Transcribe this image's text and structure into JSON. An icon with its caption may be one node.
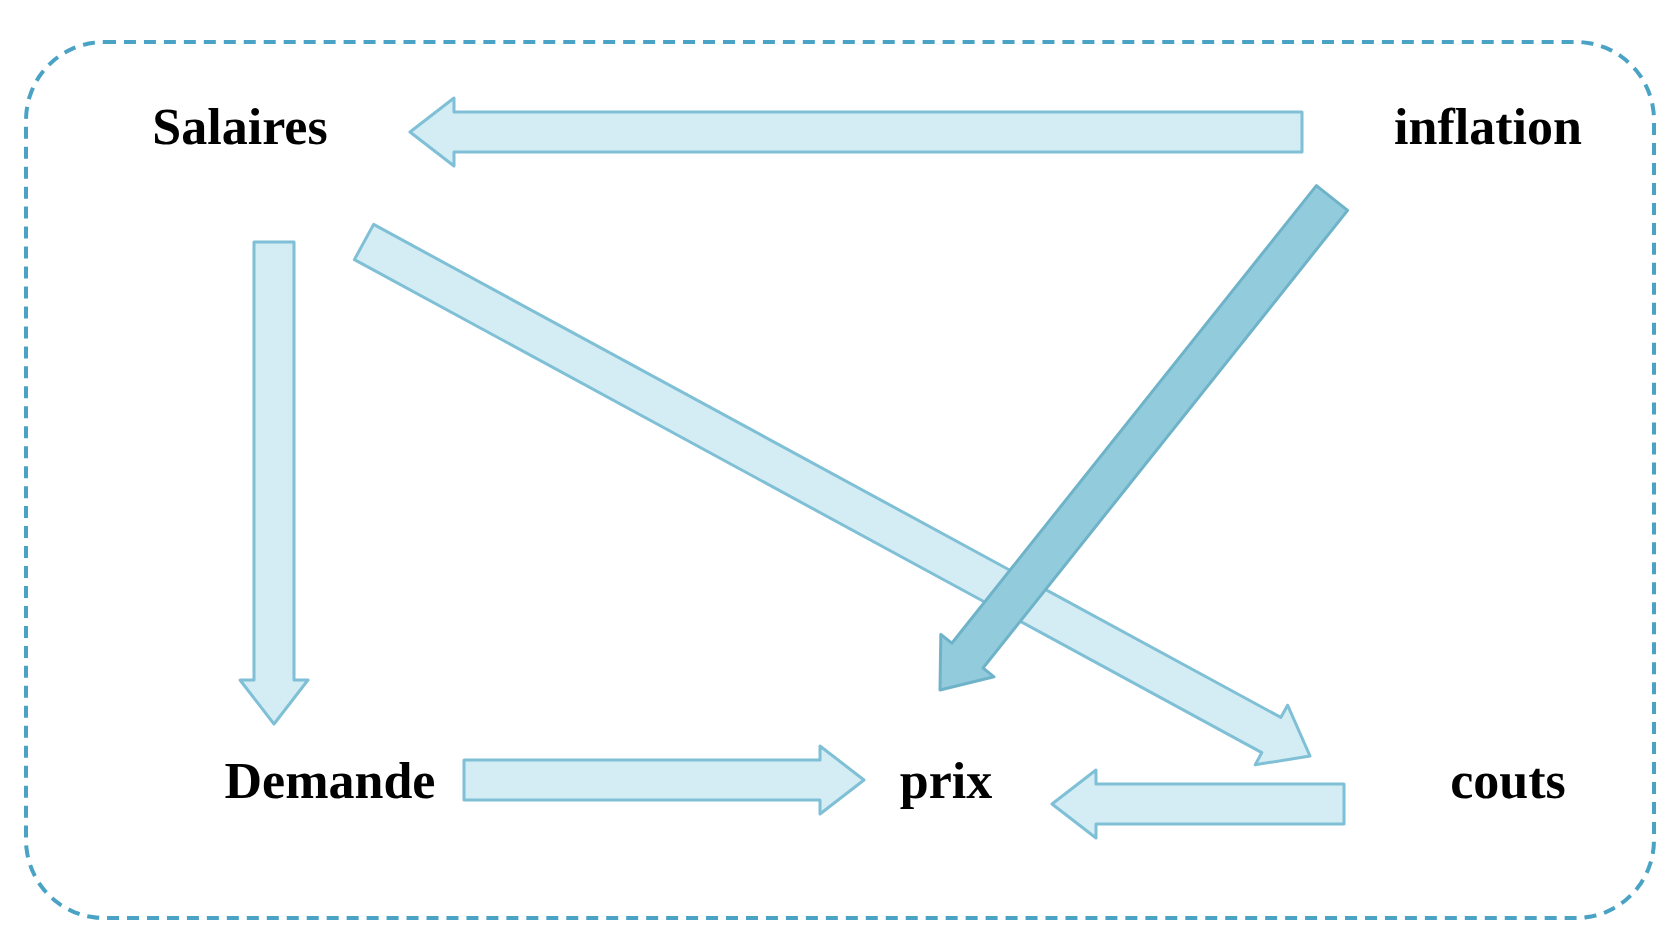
{
  "diagram": {
    "nodes": [
      {
        "text": [],
        "shape": "box"
      },
      {
        "text": [
          "Salaires"
        ],
        "in": 0
      },
      {
        "text": [
          "inflation"
        ],
        "in": 0
      },
      {
        "text": [
          "Demande"
        ],
        "in": 0
      },
      {
        "text": [
          "prix"
        ],
        "in": 0
      },
      {
        "text": [
          "couts"
        ],
        "in": 0
      }
    ],
    "edges": [
      {
        "from": 2,
        "to": 1,
        "arrow": "to"
      },
      {
        "from": 1,
        "to": 3,
        "arrow": "to"
      },
      {
        "from": 1,
        "to": 5,
        "arrow": "to"
      },
      {
        "from": 2,
        "to": 4,
        "arrow": "to",
        "color": "#92cbdc"
      },
      {
        "from": 3,
        "to": 4,
        "arrow": "to"
      },
      {
        "from": 5,
        "to": 4,
        "arrow": "to"
      }
    ]
  }
}
